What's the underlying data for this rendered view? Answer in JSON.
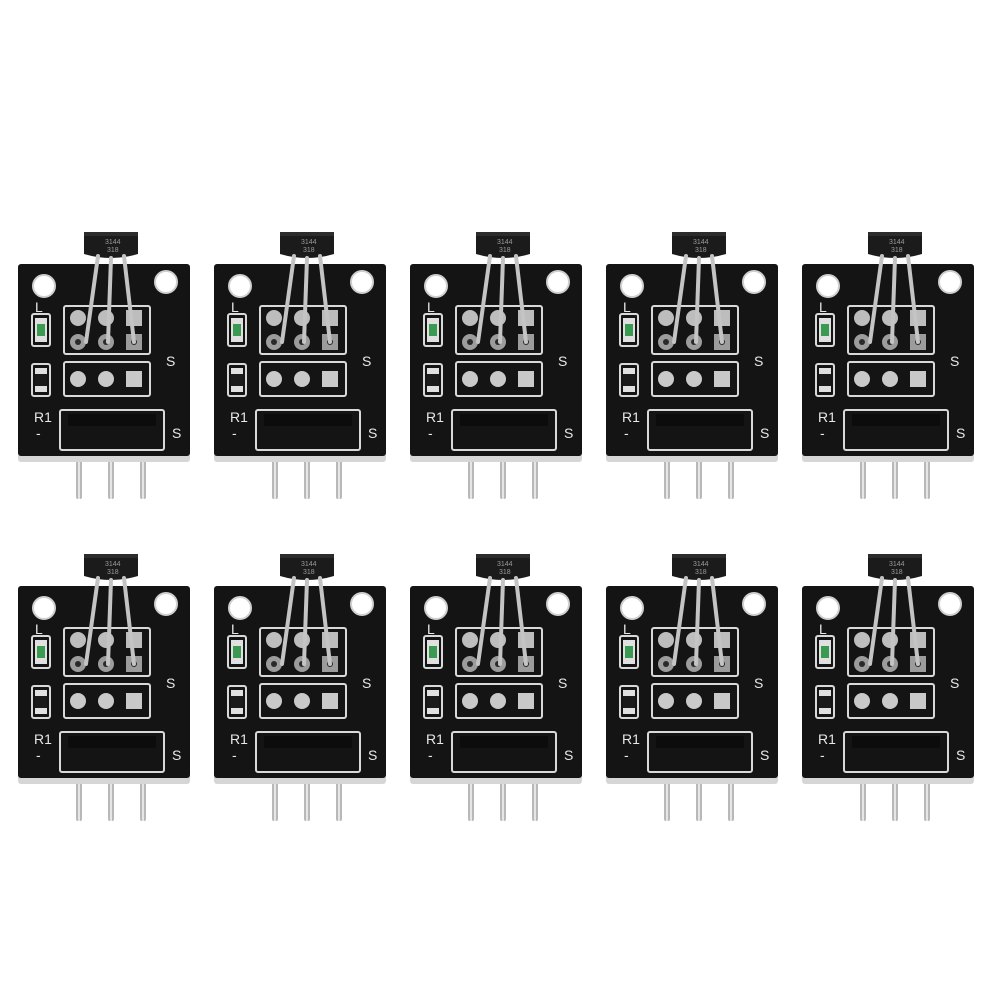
{
  "photo": {
    "background_color": "#ffffff",
    "board_color": "#141414",
    "silkscreen_color": "#d9d9d9",
    "pin_color": "#b8b8b8",
    "module_count": 10,
    "rows": 2,
    "columns": 5
  },
  "module_labels": {
    "signal_label_upper": "S",
    "signal_label_lower": "S",
    "resistor_label": "R1",
    "led_label": "L",
    "minus_label": "-",
    "chip_marking_line1": "3144",
    "chip_marking_line2": "318"
  },
  "modules": [
    {
      "id": "1"
    },
    {
      "id": "2"
    },
    {
      "id": "3"
    },
    {
      "id": "4"
    },
    {
      "id": "5"
    },
    {
      "id": "6"
    },
    {
      "id": "7"
    },
    {
      "id": "8"
    },
    {
      "id": "9"
    },
    {
      "id": "10"
    }
  ]
}
